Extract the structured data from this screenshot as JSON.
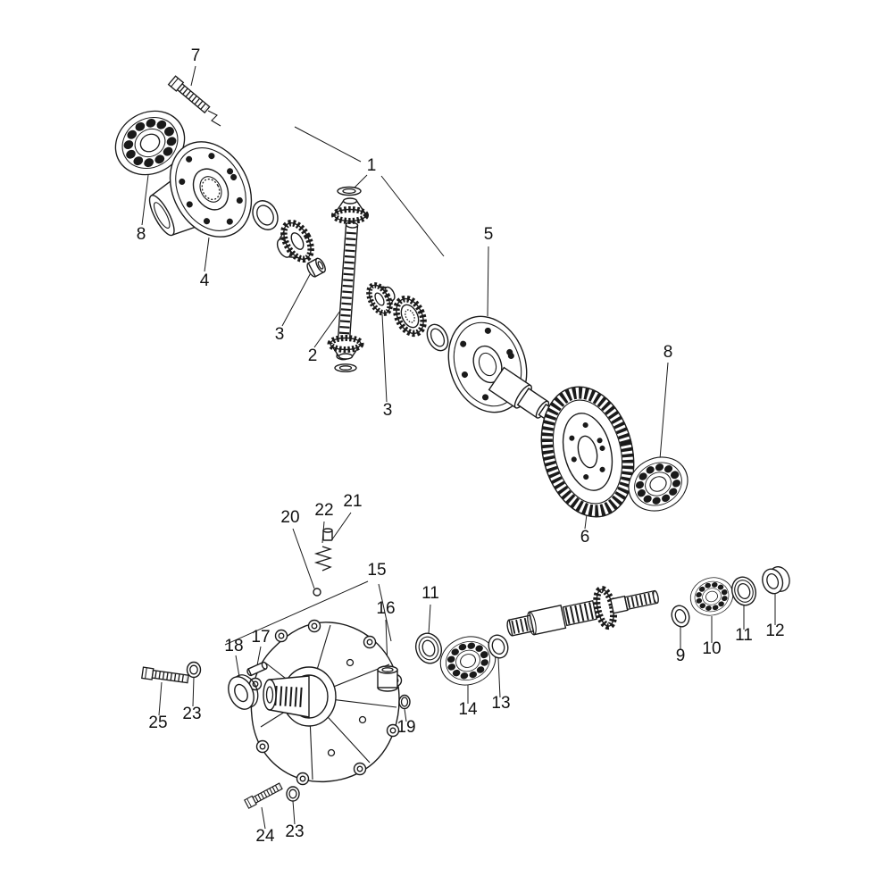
{
  "diagram": {
    "type": "exploded-parts-diagram",
    "description": "Line-art exploded view of a differential / transaxle assembly with numbered callouts",
    "background_color": "#ffffff",
    "line_color": "#1a1a1a",
    "callouts": [
      {
        "text": "7",
        "target": "hex-bolt-top"
      },
      {
        "text": "8",
        "target": "ball-bearing-left"
      },
      {
        "text": "4",
        "target": "differential-housing-flange"
      },
      {
        "text": "1",
        "target": "differential-pinion-gear-set"
      },
      {
        "text": "3",
        "target": "bevel-gear-left"
      },
      {
        "text": "2",
        "target": "pinion-cross-shaft"
      },
      {
        "text": "3",
        "target": "spider-gear-right"
      },
      {
        "text": "5",
        "target": "output-flange"
      },
      {
        "text": "8",
        "target": "ball-bearing-right"
      },
      {
        "text": "6",
        "target": "ring-gear"
      },
      {
        "text": "20",
        "target": "detent-ball"
      },
      {
        "text": "22",
        "target": "detent-spring"
      },
      {
        "text": "21",
        "target": "detent-plug"
      },
      {
        "text": "15",
        "target": "side-cover"
      },
      {
        "text": "16",
        "target": "bushing-cover"
      },
      {
        "text": "11",
        "target": "bearing-ring-left"
      },
      {
        "text": "9",
        "target": "spacer-ring"
      },
      {
        "text": "10",
        "target": "ball-bearing-small"
      },
      {
        "text": "11",
        "target": "bearing-ring-right"
      },
      {
        "text": "12",
        "target": "sleeve"
      },
      {
        "text": "13",
        "target": "spacer-ring-shaft"
      },
      {
        "text": "14",
        "target": "ball-bearing-shaft"
      },
      {
        "text": "18",
        "target": "bushing-round"
      },
      {
        "text": "17",
        "target": "dowel-pin"
      },
      {
        "text": "25",
        "target": "hex-bolt-left"
      },
      {
        "text": "23",
        "target": "washer-upper"
      },
      {
        "text": "19",
        "target": "o-ring"
      },
      {
        "text": "24",
        "target": "hex-bolt-bottom"
      },
      {
        "text": "23",
        "target": "washer-lower"
      }
    ]
  }
}
